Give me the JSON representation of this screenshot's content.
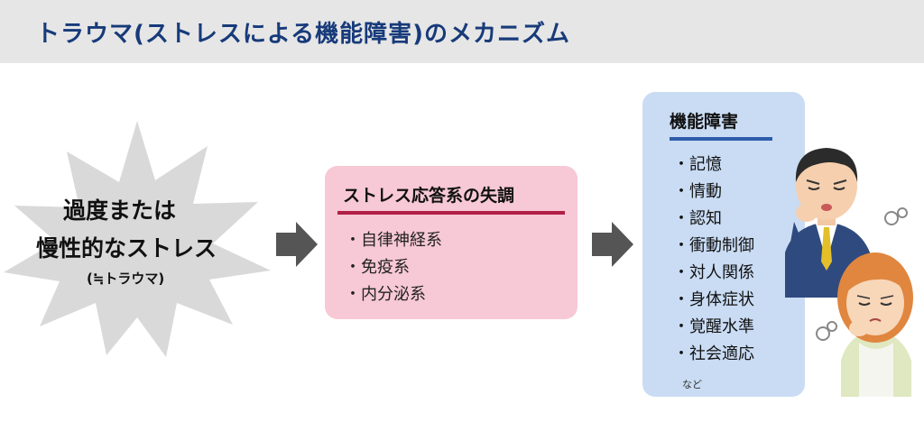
{
  "header": {
    "title": "トラウマ(ストレスによる機能障害)のメカニズム"
  },
  "cause": {
    "line1": "過度または",
    "line2": "慢性的なストレス",
    "line3": "(≒トラウマ)"
  },
  "stress_response": {
    "title": "ストレス応答系の失調",
    "items": [
      "・自律神経系",
      "・免疫系",
      "・内分泌系"
    ]
  },
  "dysfunction": {
    "title": "機能障害",
    "items": [
      "・記憶",
      "・情動",
      "・認知",
      "・衝動制御",
      "・対人関係",
      "・身体症状",
      "・覚醒水準",
      "・社会適応"
    ],
    "etc": "など"
  },
  "colors": {
    "header_bg": "#e6e6e6",
    "header_text": "#173a7a",
    "burst": "#d9d9d9",
    "arrow": "#555555",
    "pink_box": "#f7c8d5",
    "pink_accent": "#b01f45",
    "blue_box": "#c9dcf4",
    "blue_accent": "#2f5caa"
  },
  "icons": [
    "stress-burst-icon",
    "right-arrow-icon",
    "worried-man-icon",
    "worried-woman-icon"
  ]
}
